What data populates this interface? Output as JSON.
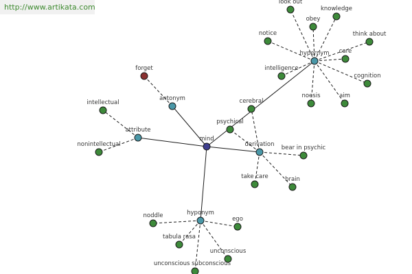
{
  "watermark": "http://www.artikata.com",
  "colors": {
    "center": "#3f3f8f",
    "relation": "#4a98a8",
    "word": "#3d8a3a",
    "antonym_word": "#8a3030",
    "stroke": "#1a1a1a"
  },
  "graph": {
    "nodes": [
      {
        "id": "mind",
        "label": "mind",
        "kind": "center"
      },
      {
        "id": "hypernym_top",
        "label": "hypernym",
        "kind": "relation"
      },
      {
        "id": "antonym",
        "label": "antonym",
        "kind": "relation"
      },
      {
        "id": "attribute",
        "label": "attribute",
        "kind": "relation"
      },
      {
        "id": "derivation",
        "label": "derivation",
        "kind": "relation"
      },
      {
        "id": "hyponym",
        "label": "hyponym",
        "kind": "relation"
      },
      {
        "id": "look_out",
        "label": "look out",
        "kind": "word"
      },
      {
        "id": "obey",
        "label": "obey",
        "kind": "word"
      },
      {
        "id": "knowledge",
        "label": "knowledge",
        "kind": "word"
      },
      {
        "id": "notice",
        "label": "notice",
        "kind": "word"
      },
      {
        "id": "think_about",
        "label": "think about",
        "kind": "word"
      },
      {
        "id": "care",
        "label": "care",
        "kind": "word"
      },
      {
        "id": "intelligence",
        "label": "intelligence",
        "kind": "word"
      },
      {
        "id": "cognition",
        "label": "cognition",
        "kind": "word"
      },
      {
        "id": "noesis",
        "label": "noesis",
        "kind": "word"
      },
      {
        "id": "aim",
        "label": "aim",
        "kind": "word"
      },
      {
        "id": "cerebral",
        "label": "cerebral",
        "kind": "word"
      },
      {
        "id": "forget",
        "label": "forget",
        "kind": "antonym_word"
      },
      {
        "id": "intellectual",
        "label": "intellectual",
        "kind": "word"
      },
      {
        "id": "nonintellectual",
        "label": "nonintellectual",
        "kind": "word"
      },
      {
        "id": "psychical",
        "label": "psychical",
        "kind": "word"
      },
      {
        "id": "bear_in_psychic",
        "label": "bear in psychic",
        "kind": "word"
      },
      {
        "id": "take_care",
        "label": "take care",
        "kind": "word"
      },
      {
        "id": "brain",
        "label": "brain",
        "kind": "word"
      },
      {
        "id": "noddle",
        "label": "noddle",
        "kind": "word"
      },
      {
        "id": "ego",
        "label": "ego",
        "kind": "word"
      },
      {
        "id": "tabula_rasa",
        "label": "tabula rasa",
        "kind": "word"
      },
      {
        "id": "unconscious",
        "label": "unconscious",
        "kind": "word"
      },
      {
        "id": "unconscious_subconscious",
        "label": "unconscious subconscious",
        "kind": "word"
      }
    ],
    "edges": [
      {
        "from": "mind",
        "to": "hypernym_top",
        "style": "solid"
      },
      {
        "from": "mind",
        "to": "antonym",
        "style": "solid"
      },
      {
        "from": "mind",
        "to": "attribute",
        "style": "solid"
      },
      {
        "from": "mind",
        "to": "derivation",
        "style": "solid"
      },
      {
        "from": "mind",
        "to": "hyponym",
        "style": "solid"
      },
      {
        "from": "hypernym_top",
        "to": "look_out",
        "style": "dashed"
      },
      {
        "from": "hypernym_top",
        "to": "obey",
        "style": "dashed"
      },
      {
        "from": "hypernym_top",
        "to": "knowledge",
        "style": "dashed"
      },
      {
        "from": "hypernym_top",
        "to": "notice",
        "style": "dashed"
      },
      {
        "from": "hypernym_top",
        "to": "think_about",
        "style": "dashed"
      },
      {
        "from": "hypernym_top",
        "to": "care",
        "style": "dashed"
      },
      {
        "from": "hypernym_top",
        "to": "intelligence",
        "style": "dashed"
      },
      {
        "from": "hypernym_top",
        "to": "cognition",
        "style": "dashed"
      },
      {
        "from": "hypernym_top",
        "to": "noesis",
        "style": "dashed"
      },
      {
        "from": "hypernym_top",
        "to": "aim",
        "style": "dashed"
      },
      {
        "from": "antonym",
        "to": "forget",
        "style": "dashed"
      },
      {
        "from": "attribute",
        "to": "intellectual",
        "style": "dashed"
      },
      {
        "from": "attribute",
        "to": "nonintellectual",
        "style": "dashed"
      },
      {
        "from": "derivation",
        "to": "cerebral",
        "style": "dashed"
      },
      {
        "from": "derivation",
        "to": "psychical",
        "style": "dashed"
      },
      {
        "from": "derivation",
        "to": "bear_in_psychic",
        "style": "dashed"
      },
      {
        "from": "derivation",
        "to": "take_care",
        "style": "dashed"
      },
      {
        "from": "derivation",
        "to": "brain",
        "style": "dashed"
      },
      {
        "from": "hyponym",
        "to": "noddle",
        "style": "dashed"
      },
      {
        "from": "hyponym",
        "to": "ego",
        "style": "dashed"
      },
      {
        "from": "hyponym",
        "to": "tabula_rasa",
        "style": "dashed"
      },
      {
        "from": "hyponym",
        "to": "unconscious",
        "style": "dashed"
      },
      {
        "from": "hyponym",
        "to": "unconscious_subconscious",
        "style": "dashed"
      }
    ]
  }
}
